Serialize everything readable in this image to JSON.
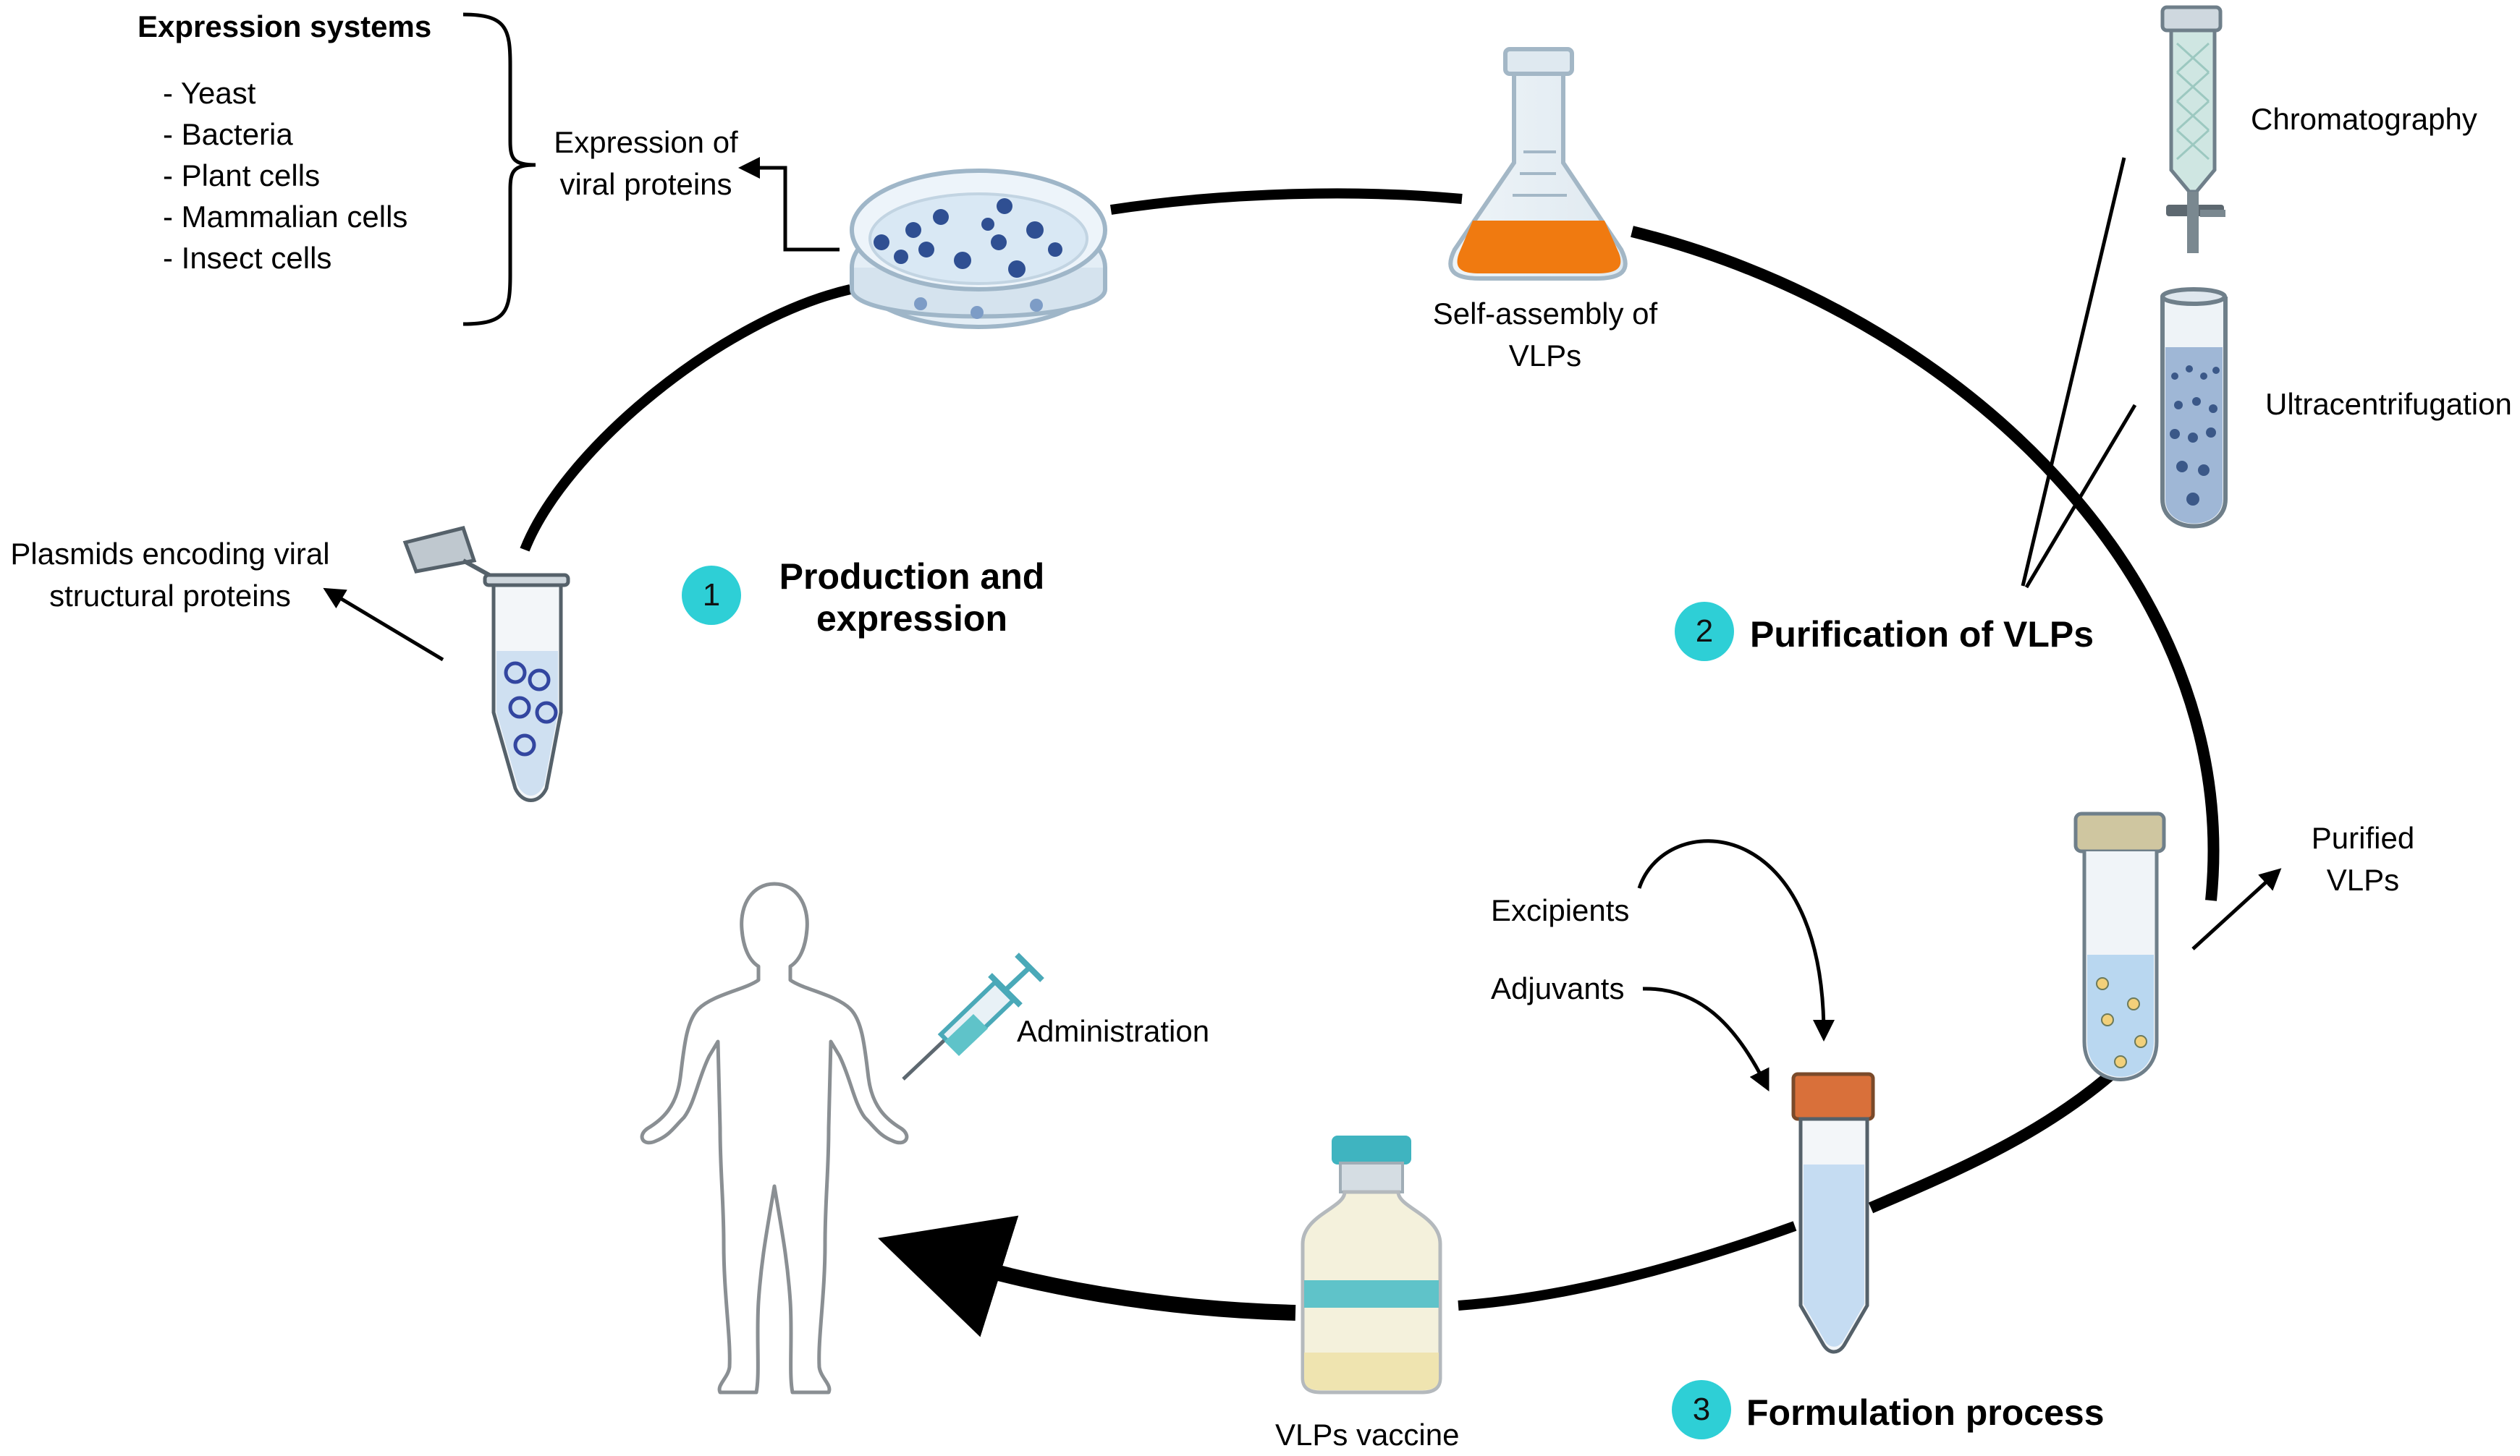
{
  "expression_systems": {
    "title": "Expression systems",
    "items": [
      "- Yeast",
      "- Bacteria",
      "- Plant cells",
      "- Mammalian cells",
      "- Insect cells"
    ]
  },
  "labels": {
    "expression_of_viral_proteins_line1": "Expression of",
    "expression_of_viral_proteins_line2": "viral proteins",
    "self_assembly_line1": "Self-assembly of",
    "self_assembly_line2": "VLPs",
    "chromatography": "Chromatography",
    "ultracentrifugation": "Ultracentrifugation",
    "plasmids_line1": "Plasmids encoding viral",
    "plasmids_line2": "structural proteins",
    "purified_line1": "Purified",
    "purified_line2": "VLPs",
    "excipients": "Excipients",
    "adjuvants": "Adjuvants",
    "administration": "Administration",
    "vlps_vaccine": "VLPs vaccine"
  },
  "steps": [
    {
      "number": "1",
      "title_line1": "Production and",
      "title_line2": "expression"
    },
    {
      "number": "2",
      "title_line1": "Purification of VLPs",
      "title_line2": ""
    },
    {
      "number": "3",
      "title_line1": "Formulation process",
      "title_line2": ""
    }
  ],
  "colors": {
    "badge": "#2ecfd6",
    "flask_liquid": "#f07a10",
    "tube_liquid": "#b9d7f0",
    "cap_orange": "#d9703a",
    "vial_cap": "#3fb4c0",
    "dots": "#2f4f92"
  }
}
